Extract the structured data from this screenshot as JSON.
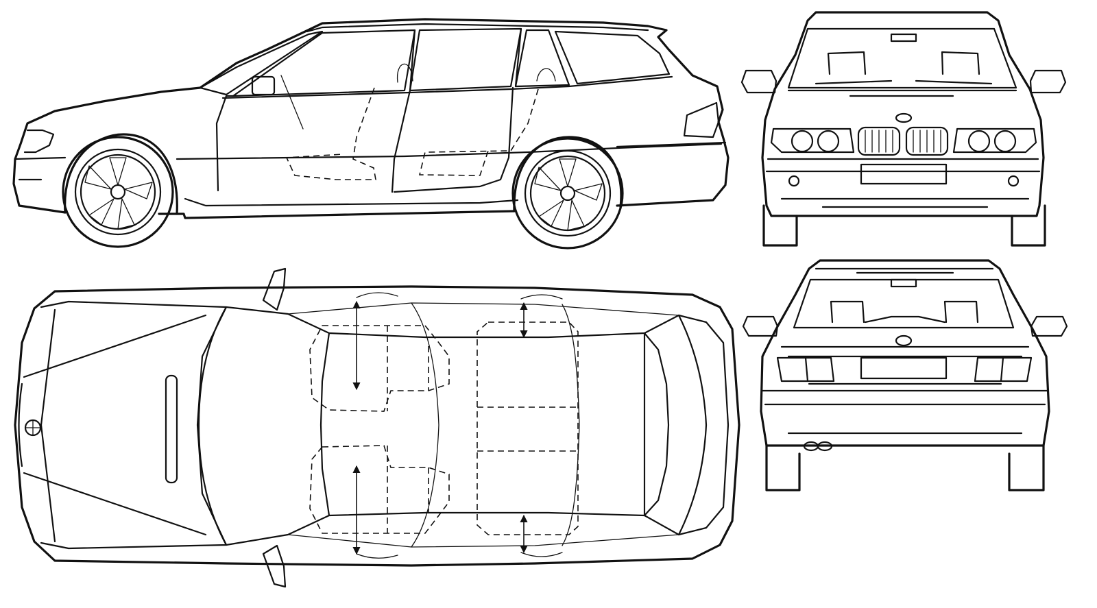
{
  "views": [
    {
      "id": "side",
      "label": ""
    },
    {
      "id": "front",
      "label": ""
    },
    {
      "id": "top",
      "label": ""
    },
    {
      "id": "rear",
      "label": ""
    }
  ],
  "style": {
    "line_color": "#111111",
    "background": "#ffffff"
  },
  "icons": [
    "bmw-roundel-icon",
    "wheel-icon",
    "mirror-icon",
    "headlight-icon",
    "grille-icon",
    "seat-icon",
    "dimension-arrow-icon"
  ]
}
